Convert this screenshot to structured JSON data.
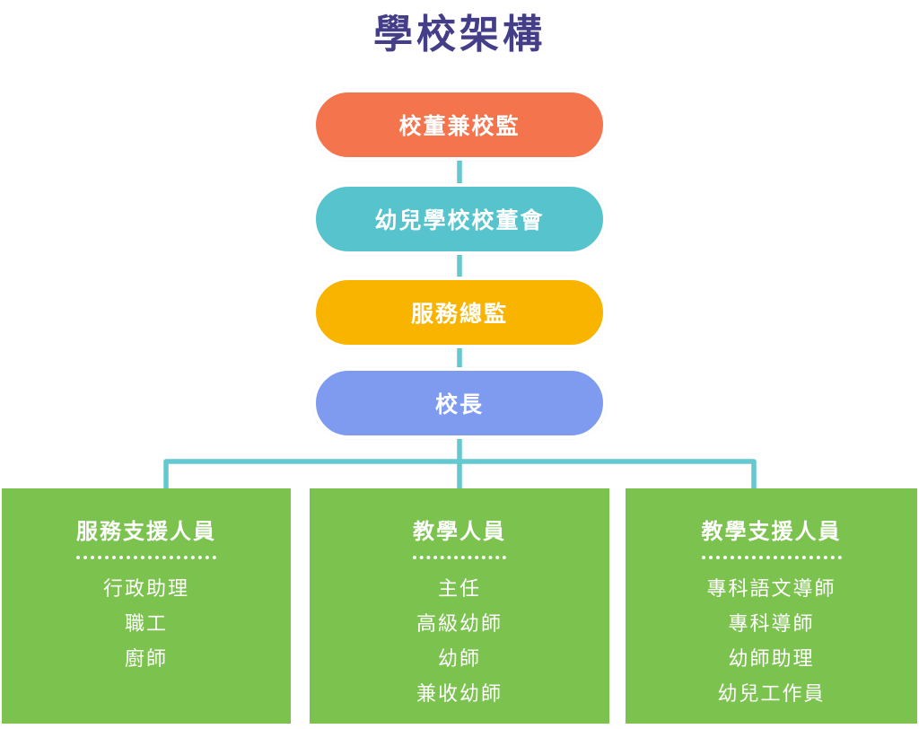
{
  "title": "學校架構",
  "colors": {
    "title_text": "#443d87",
    "connector": "#63c8d0",
    "department_bg": "#7cc24f",
    "node_text": "#ffffff"
  },
  "chain": [
    {
      "id": "supervisor",
      "label": "校董兼校監",
      "color": "#f4744e"
    },
    {
      "id": "school-board",
      "label": "幼兒學校校董會",
      "color": "#57c4cd"
    },
    {
      "id": "service-director",
      "label": "服務總監",
      "color": "#f9b400"
    },
    {
      "id": "principal",
      "label": "校長",
      "color": "#7e9bf0"
    }
  ],
  "departments": [
    {
      "id": "service-support-staff",
      "title": "服務支援人員",
      "items": [
        "行政助理",
        "職工",
        "廚師"
      ]
    },
    {
      "id": "teaching-staff",
      "title": "教學人員",
      "items": [
        "主任",
        "高級幼師",
        "幼師",
        "兼收幼師"
      ]
    },
    {
      "id": "teaching-support-staff",
      "title": "教學支援人員",
      "items": [
        "專科語文導師",
        "專科導師",
        "幼師助理",
        "幼兒工作員"
      ]
    }
  ]
}
